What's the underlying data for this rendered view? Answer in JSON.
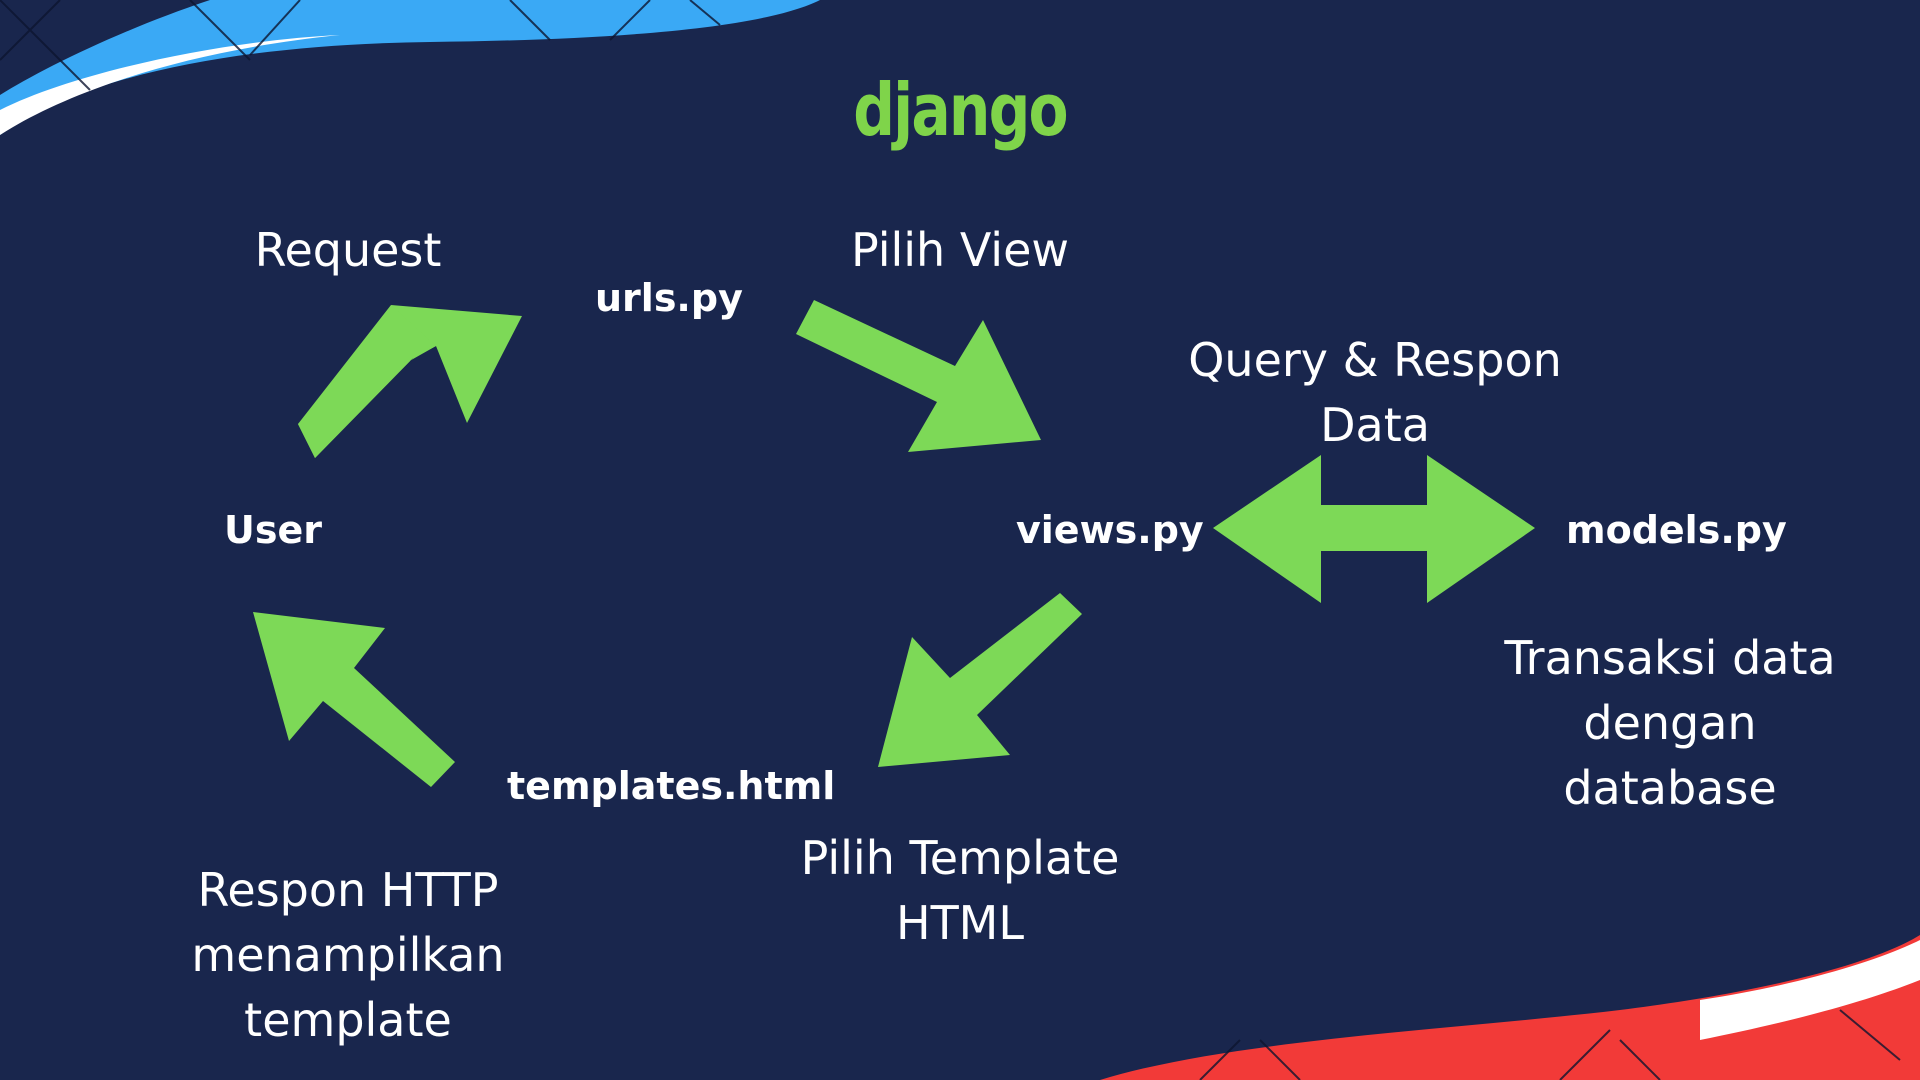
{
  "title": "django",
  "nodes": {
    "user": "User",
    "urls": "urls.py",
    "views": "views.py",
    "models": "models.py",
    "templates": "templates.html"
  },
  "labels": {
    "request": "Request",
    "pilih_view": "Pilih View",
    "query_respon_line1": "Query & Respon",
    "query_respon_line2": "Data",
    "transaksi_line1": "Transaksi data",
    "transaksi_line2": "dengan",
    "transaksi_line3": "database",
    "pilih_template_line1": "Pilih Template",
    "pilih_template_line2": "HTML",
    "respon_http_line1": "Respon HTTP",
    "respon_http_line2": "menampilkan",
    "respon_http_line3": "template"
  },
  "colors": {
    "background": "#19264d",
    "arrow": "#7dd957",
    "title": "#7fd44a",
    "text": "#ffffff",
    "accent_blue": "#3aa9f5",
    "accent_red": "#f23a38"
  }
}
